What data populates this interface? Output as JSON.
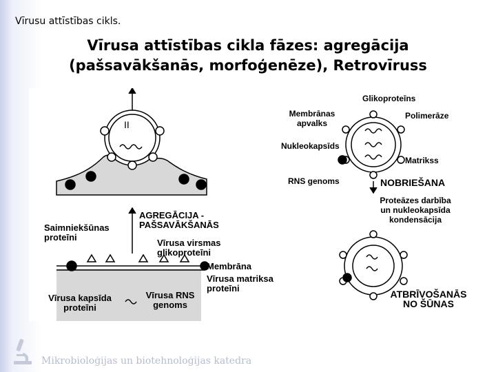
{
  "header": {
    "caption": "Vīrusu attīstības cikls."
  },
  "slide": {
    "title_line1": "Vīrusa attīstības cikla fāzes: agregācija",
    "title_line2": "(pašsavākšanās, morfoģenēze), Retrovīruss"
  },
  "labels": {
    "glycoprotein": "Glikoproteīns",
    "membrane_envelope_1": "Membrānas",
    "membrane_envelope_2": "apvalks",
    "polymerase": "Polimerāze",
    "nucleocapsid": "Nukleokapsīds",
    "matrix": "Matrikss",
    "rna_genome": "RNS genoms",
    "maturation": "NOBRIEŠANA",
    "protease_1": "Proteāzes darbība",
    "protease_2": "un nukleokapsīda",
    "protease_3": "kondensācija",
    "host_protein_1": "Saimniekšūnas",
    "host_protein_2": "proteīni",
    "aggregation_1": "AGREGĀCIJA -",
    "aggregation_2": "PAŠSAVĀKŠANĀS",
    "surface_glyco_1": "Vīrusa virsmas",
    "surface_glyco_2": "glikoproteīni",
    "membrane": "Membrāna",
    "matrix_protein_1": "Vīrusa matriksa",
    "matrix_protein_2": "proteīni",
    "capsid_protein_1": "Vīrusa kapsīda",
    "capsid_protein_2": "proteīni",
    "viral_rna_1": "Vīrusa RNS",
    "viral_rna_2": "genoms",
    "release_1": "ATBRĪVOŠANĀS",
    "release_2": "NO ŠŪNAS"
  },
  "footer": {
    "department": "Mikrobioloģijas un biotehnoloģijas katedra",
    "logo_icon": "microscope-icon"
  },
  "colors": {
    "ink": "#000000",
    "footer_text": "#b7bccf",
    "sidebar_tint": "#c9cfe8"
  }
}
